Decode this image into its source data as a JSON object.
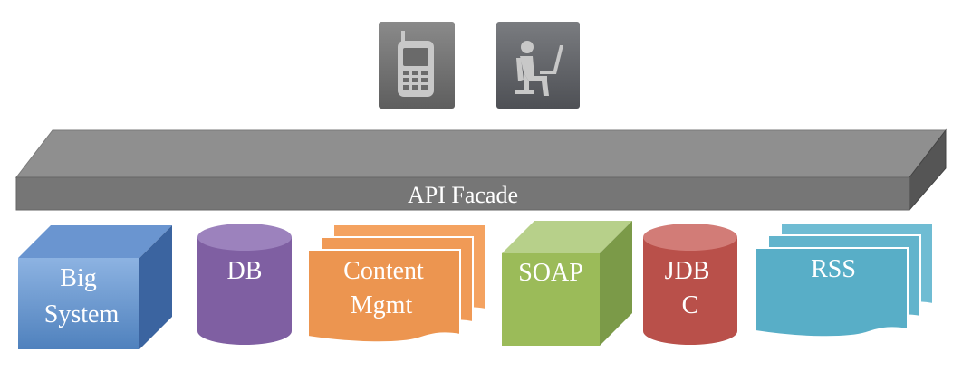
{
  "clients": [
    {
      "icon": "mobile-phone-icon"
    },
    {
      "icon": "person-at-laptop-icon"
    }
  ],
  "facade": {
    "label": "API Facade"
  },
  "backends": [
    {
      "kind": "cube",
      "label_lines": [
        "Big",
        "System"
      ],
      "color": "#4f81bd"
    },
    {
      "kind": "cylinder",
      "label_lines": [
        "DB"
      ],
      "color": "#8064a2"
    },
    {
      "kind": "documents",
      "label_lines": [
        "Content",
        "Mgmt"
      ],
      "color": "#f79646"
    },
    {
      "kind": "cube",
      "label_lines": [
        "SOAP"
      ],
      "color": "#9bbb59"
    },
    {
      "kind": "cylinder",
      "label_lines": [
        "JDB",
        "C"
      ],
      "color": "#c0504d"
    },
    {
      "kind": "documents",
      "label_lines": [
        "RSS"
      ],
      "color": "#4bacc6"
    }
  ]
}
